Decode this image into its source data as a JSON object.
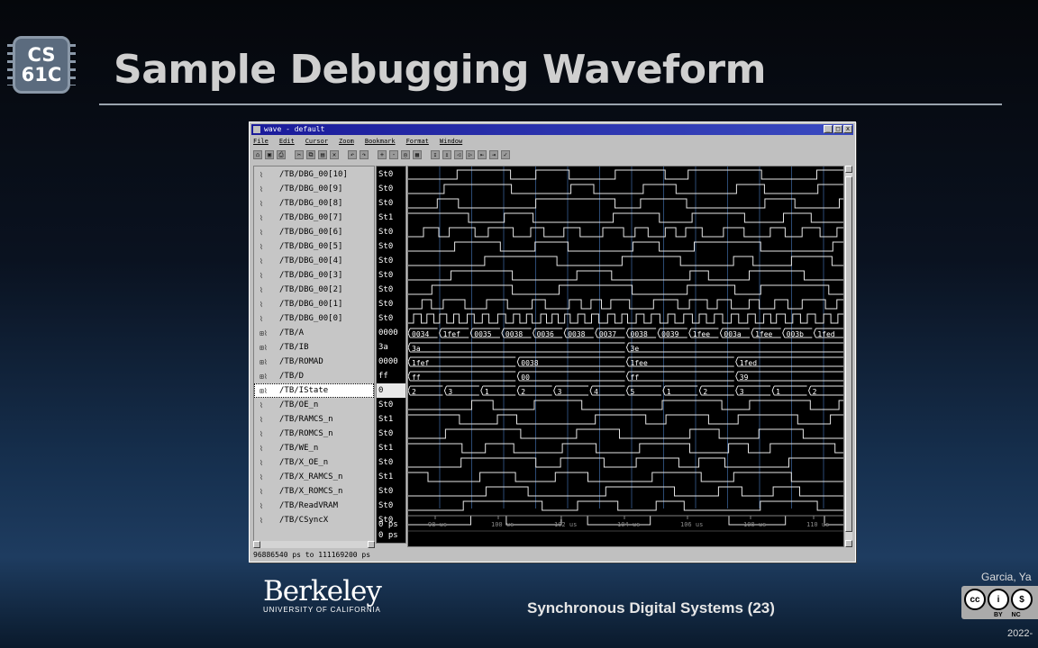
{
  "slide": {
    "logo_line1": "CS",
    "logo_line2": "61C",
    "title": "Sample Debugging Waveform",
    "footer_topic": "Synchronous Digital Systems (23)",
    "berkeley_name": "Berkeley",
    "berkeley_sub": "UNIVERSITY OF CALIFORNIA",
    "author": "Garcia, Ya",
    "cc_labels": "BY NC",
    "year": "2022-"
  },
  "window": {
    "title": "wave - default",
    "menus": [
      "File",
      "Edit",
      "Cursor",
      "Zoom",
      "Bookmark",
      "Format",
      "Window"
    ],
    "toolbar_icons": [
      "open-icon",
      "save-icon",
      "print-icon",
      "cut-icon",
      "copy-icon",
      "paste-icon",
      "delete-icon",
      "undo-icon",
      "redo-icon",
      "zoom-in-icon",
      "zoom-out-icon",
      "zoom-full-icon",
      "zoom-area-icon",
      "cursor-add-icon",
      "cursor-del-icon",
      "find-prev-icon",
      "find-next-icon",
      "edge-prev-icon",
      "edge-next-icon",
      "run-icon"
    ],
    "status": "96886540 ps to 111169200 ps",
    "cursor_values": [
      "0 ps",
      "0 ps"
    ],
    "time_labels": [
      "98 us",
      "100 us",
      "102 us",
      "104 us",
      "106 us",
      "108 us",
      "110 us"
    ],
    "signals": [
      {
        "name": "/TB/DBG_00[10]",
        "value": "St0",
        "icon": "signal-icon",
        "bus": false
      },
      {
        "name": "/TB/DBG_00[9]",
        "value": "St0",
        "icon": "signal-icon",
        "bus": false
      },
      {
        "name": "/TB/DBG_00[8]",
        "value": "St0",
        "icon": "signal-icon",
        "bus": false
      },
      {
        "name": "/TB/DBG_00[7]",
        "value": "St1",
        "icon": "signal-icon",
        "bus": false
      },
      {
        "name": "/TB/DBG_00[6]",
        "value": "St0",
        "icon": "signal-icon",
        "bus": false
      },
      {
        "name": "/TB/DBG_00[5]",
        "value": "St0",
        "icon": "signal-icon",
        "bus": false
      },
      {
        "name": "/TB/DBG_00[4]",
        "value": "St0",
        "icon": "signal-icon",
        "bus": false
      },
      {
        "name": "/TB/DBG_00[3]",
        "value": "St0",
        "icon": "signal-icon",
        "bus": false
      },
      {
        "name": "/TB/DBG_00[2]",
        "value": "St0",
        "icon": "signal-icon",
        "bus": false
      },
      {
        "name": "/TB/DBG_00[1]",
        "value": "St0",
        "icon": "signal-icon",
        "bus": false
      },
      {
        "name": "/TB/DBG_00[0]",
        "value": "St0",
        "icon": "signal-icon",
        "bus": false
      },
      {
        "name": "/TB/A",
        "value": "0000",
        "icon": "bus-icon",
        "bus": true
      },
      {
        "name": "/TB/IB",
        "value": "3a",
        "icon": "bus-icon",
        "bus": true
      },
      {
        "name": "/TB/ROMAD",
        "value": "0000",
        "icon": "bus-icon",
        "bus": true
      },
      {
        "name": "/TB/D",
        "value": "ff",
        "icon": "bus-icon",
        "bus": true
      },
      {
        "name": "/TB/IState",
        "value": "0",
        "icon": "bus-icon",
        "bus": true,
        "selected": true
      },
      {
        "name": "/TB/OE_n",
        "value": "St0",
        "icon": "signal-icon",
        "bus": false
      },
      {
        "name": "/TB/RAMCS_n",
        "value": "St1",
        "icon": "signal-icon",
        "bus": false
      },
      {
        "name": "/TB/ROMCS_n",
        "value": "St0",
        "icon": "signal-icon",
        "bus": false
      },
      {
        "name": "/TB/WE_n",
        "value": "St1",
        "icon": "signal-icon",
        "bus": false
      },
      {
        "name": "/TB/X_OE_n",
        "value": "St0",
        "icon": "signal-icon",
        "bus": false
      },
      {
        "name": "/TB/X_RAMCS_n",
        "value": "St1",
        "icon": "signal-icon",
        "bus": false
      },
      {
        "name": "/TB/X_ROMCS_n",
        "value": "St0",
        "icon": "signal-icon",
        "bus": false
      },
      {
        "name": "/TB/ReadVRAM",
        "value": "St0",
        "icon": "signal-icon",
        "bus": false
      },
      {
        "name": "/TB/CSyncX",
        "value": "St0",
        "icon": "signal-icon",
        "bus": false
      }
    ],
    "bus_labels": {
      "a": [
        "0034",
        "1fef",
        "0035",
        "0038",
        "0036",
        "0038",
        "0037",
        "0038",
        "0039",
        "1fee",
        "003a",
        "1fee",
        "003b",
        "1fed"
      ],
      "ib": [
        "3a",
        "3e"
      ],
      "romad": [
        "1fef",
        "0038",
        "1fee",
        "1fed"
      ],
      "d": [
        "ff",
        "00",
        "ff",
        "39"
      ],
      "istate": [
        "2",
        "3",
        "1",
        "2",
        "3",
        "4",
        "5",
        "1",
        "2",
        "3",
        "1",
        "2"
      ]
    }
  }
}
